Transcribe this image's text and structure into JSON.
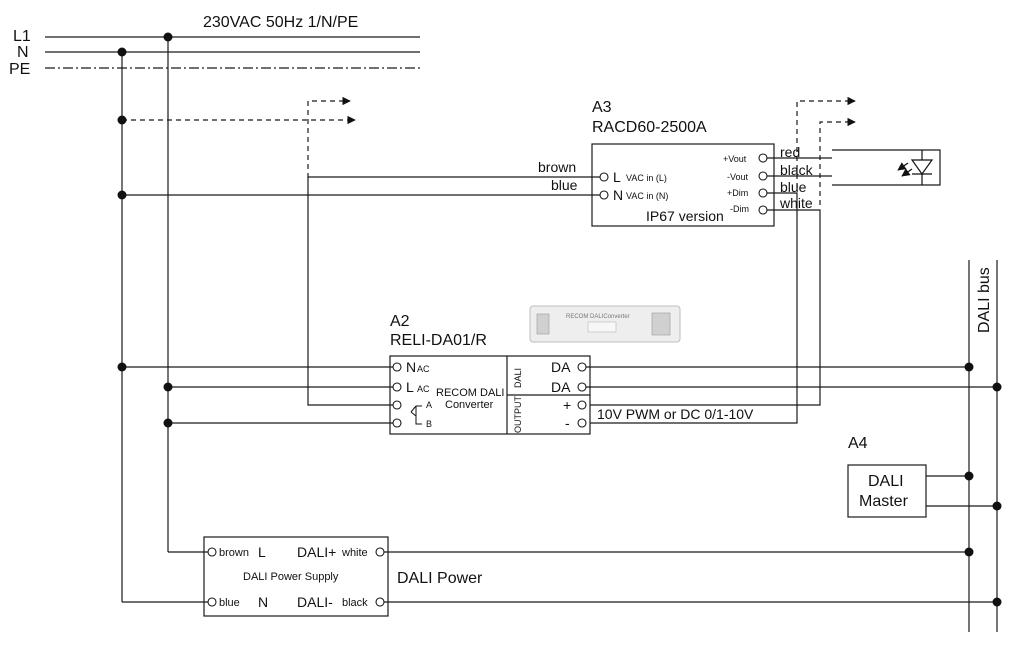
{
  "mains": {
    "title": "230VAC 50Hz 1/N/PE",
    "l1": "L1",
    "n": "N",
    "pe": "PE"
  },
  "a3": {
    "ref": "A3",
    "model": "RACD60-2500A",
    "version": "IP67 version",
    "in_l": "L",
    "in_l_sub": "VAC in (L)",
    "in_n": "N",
    "in_n_sub": "VAC in (N)",
    "wire_brown": "brown",
    "wire_blue": "blue",
    "out_vplus": "+Vout",
    "out_vminus": "-Vout",
    "out_dplus": "+Dim",
    "out_dminus": "-Dim",
    "col_red": "red",
    "col_black": "black",
    "col_blue": "blue",
    "col_white": "white"
  },
  "a2": {
    "ref": "A2",
    "model": "RELI-DA01/R",
    "t_nac": "N",
    "t_nac_sub": "AC",
    "t_lac": "L",
    "t_lac_sub": "AC",
    "t_a": "A",
    "t_b": "B",
    "center1": "RECOM DALI",
    "center2": "Converter",
    "dali_v": "DALI",
    "output_v": "OUTPUT",
    "da1": "DA",
    "da2": "DA",
    "plus": "+",
    "minus": "-",
    "product_label": "RECOM DALIConverter"
  },
  "pwm_label": "10V PWM or DC 0/1-10V",
  "dali_bus": "DALI bus",
  "a4": {
    "ref": "A4",
    "line1": "DALI",
    "line2": "Master"
  },
  "psu": {
    "brown": "brown",
    "l": "L",
    "daliplus": "DALI+",
    "white": "white",
    "name": "DALI Power Supply",
    "blue": "blue",
    "n": "N",
    "daliminus": "DALI-",
    "black": "black",
    "title": "DALI Power"
  }
}
